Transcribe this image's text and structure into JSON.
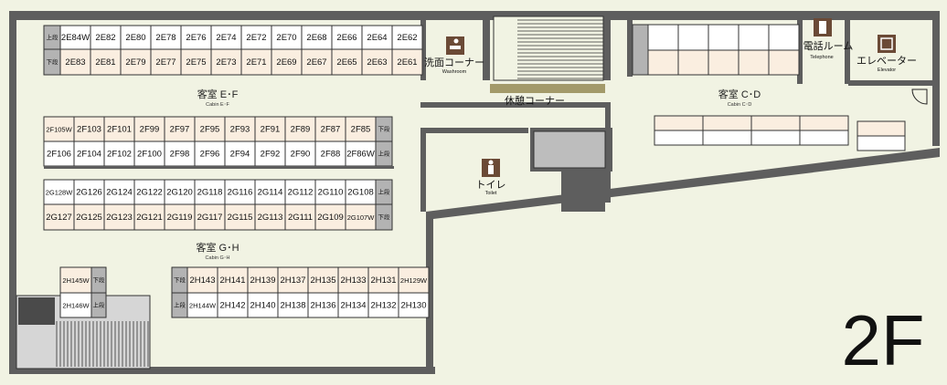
{
  "floor": "2F",
  "tags": {
    "upper": "上段",
    "lower": "下段"
  },
  "areas": {
    "ef": {
      "title": "客室 E･F",
      "sub": "Cabin  E･F"
    },
    "cd": {
      "title": "客室 C･D",
      "sub": "Cabin  C･D"
    },
    "gh": {
      "title": "客室 G･H",
      "sub": "Cabin  G･H"
    }
  },
  "facilities": {
    "washroom": {
      "title": "洗面コーナー",
      "sub": "Washroom"
    },
    "lounge": {
      "title": "休憩コーナー"
    },
    "toilet": {
      "title": "トイレ",
      "sub": "Toilet"
    },
    "telephone": {
      "title": "電話ルーム",
      "sub": "Telephone"
    },
    "elevator": {
      "title": "エレベーター",
      "sub": "Elevator"
    }
  },
  "rows": {
    "e": [
      "2E84W",
      "2E82",
      "2E80",
      "2E78",
      "2E76",
      "2E74",
      "2E72",
      "2E70",
      "2E68",
      "2E66",
      "2E64",
      "2E62"
    ],
    "e_lower": [
      "2E83",
      "2E81",
      "2E79",
      "2E77",
      "2E75",
      "2E73",
      "2E71",
      "2E69",
      "2E67",
      "2E65",
      "2E63",
      "2E61"
    ],
    "f_upper": [
      "2F105W",
      "2F103",
      "2F101",
      "2F99",
      "2F97",
      "2F95",
      "2F93",
      "2F91",
      "2F89",
      "2F87",
      "2F85"
    ],
    "f_lower": [
      "2F106",
      "2F104",
      "2F102",
      "2F100",
      "2F98",
      "2F96",
      "2F94",
      "2F92",
      "2F90",
      "2F88",
      "2F86W"
    ],
    "g_upper": [
      "2G128W",
      "2G126",
      "2G124",
      "2G122",
      "2G120",
      "2G118",
      "2G116",
      "2G114",
      "2G112",
      "2G110",
      "2G108"
    ],
    "g_lower": [
      "2G127",
      "2G125",
      "2G123",
      "2G121",
      "2G119",
      "2G117",
      "2G115",
      "2G113",
      "2G111",
      "2G109",
      "2G107W"
    ],
    "h_lower": [
      "2H143",
      "2H141",
      "2H139",
      "2H137",
      "2H135",
      "2H133",
      "2H131",
      "2H129W"
    ],
    "h_upper": [
      "2H144W",
      "2H142",
      "2H140",
      "2H138",
      "2H136",
      "2H134",
      "2H132",
      "2H130"
    ],
    "h_small_lower": [
      "2H145W"
    ],
    "h_small_upper": [
      "2H146W"
    ]
  }
}
